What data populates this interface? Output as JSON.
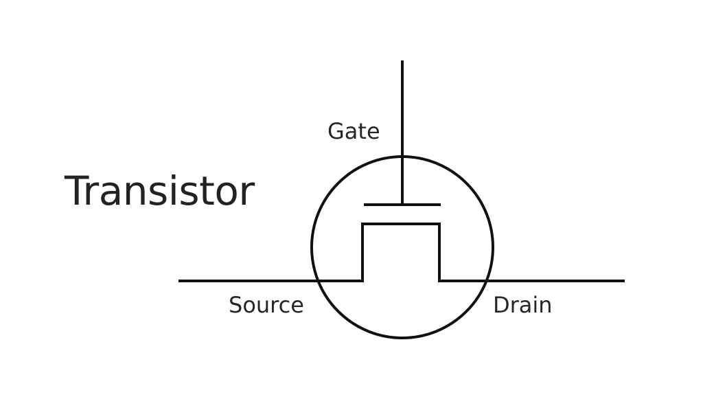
{
  "diagram": {
    "title": "Transistor",
    "terminals": {
      "gate": "Gate",
      "source": "Source",
      "drain": "Drain"
    },
    "stroke_color": "#111111",
    "text_color": "#262626"
  }
}
